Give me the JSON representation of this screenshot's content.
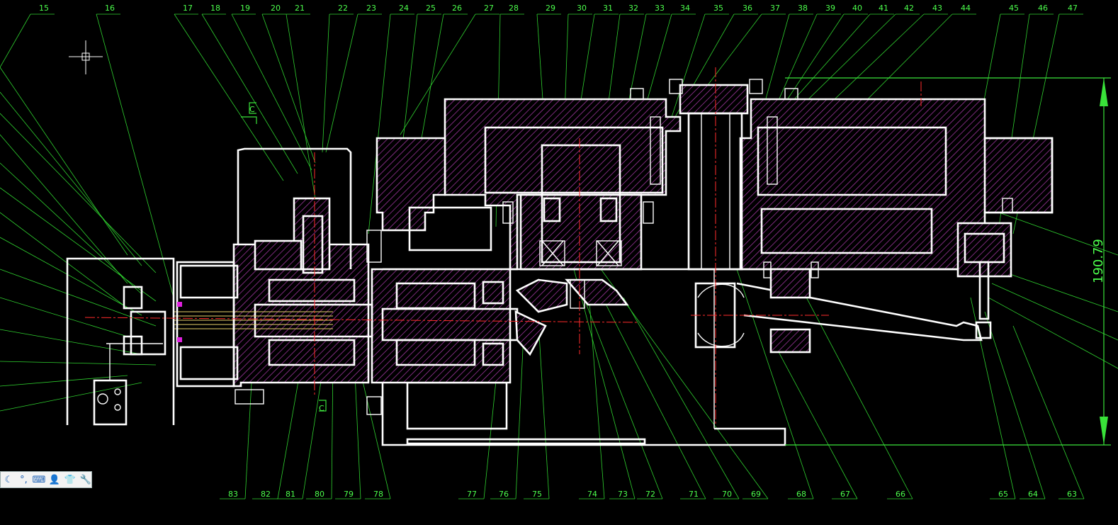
{
  "drawing": {
    "top_labels": [
      "15",
      "16",
      "17",
      "18",
      "19",
      "20",
      "21",
      "22",
      "23",
      "24",
      "25",
      "26",
      "27",
      "28",
      "29",
      "30",
      "31",
      "32",
      "33",
      "34",
      "35",
      "36",
      "37",
      "38",
      "39",
      "40",
      "41",
      "42",
      "43",
      "44",
      "45",
      "46",
      "47"
    ],
    "bottom_labels": [
      "83",
      "82",
      "81",
      "80",
      "79",
      "78",
      "77",
      "76",
      "75",
      "74",
      "73",
      "72",
      "71",
      "70",
      "69",
      "68",
      "67",
      "66",
      "65",
      "64",
      "63"
    ],
    "section_mark": "C",
    "dimension_text": "190.79"
  },
  "colors": {
    "background": "#000000",
    "outline": "#ffffff",
    "hatch": "#c040c0",
    "leader": "#2fd12f",
    "center_line": "#ff2b2b",
    "dimension": "#39e239"
  },
  "toolbar": {
    "icons": [
      {
        "name": "moon-icon",
        "glyph": "☾"
      },
      {
        "name": "punctuation-icon",
        "glyph": "°,"
      },
      {
        "name": "keyboard-icon",
        "glyph": "⌨"
      },
      {
        "name": "user-icon",
        "glyph": "👤"
      },
      {
        "name": "shirt-icon",
        "glyph": "👕"
      },
      {
        "name": "wrench-icon",
        "glyph": "🔧"
      }
    ]
  }
}
